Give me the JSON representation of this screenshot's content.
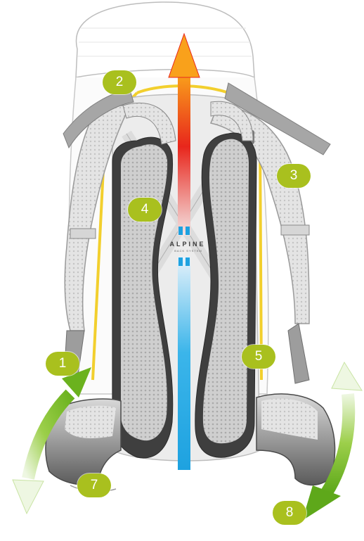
{
  "brand": {
    "name": "ALPINE",
    "subtitle": "BACK SYSTEM"
  },
  "callouts": [
    {
      "id": "1",
      "label": "1"
    },
    {
      "id": "2",
      "label": "2"
    },
    {
      "id": "3",
      "label": "3"
    },
    {
      "id": "4",
      "label": "4"
    },
    {
      "id": "5",
      "label": "5"
    },
    {
      "id": "7",
      "label": "7"
    },
    {
      "id": "8",
      "label": "8"
    }
  ],
  "colors": {
    "badge": "#a9c01e",
    "warm_airflow_top": "#f9a11b",
    "warm_airflow_mid": "#e8261c",
    "cool_airflow": "#1ea2e0",
    "adjust_arrow": "#7fbf22",
    "frame_wire": "#f2cf2d",
    "padding": "#d7d7d7",
    "straps": "#8d8d8d",
    "outline": "#bfbfbf"
  },
  "icons": {
    "airflow": "airflow-arrow-icon",
    "adjust_left": "double-arrow-icon",
    "adjust_right": "double-arrow-icon"
  }
}
